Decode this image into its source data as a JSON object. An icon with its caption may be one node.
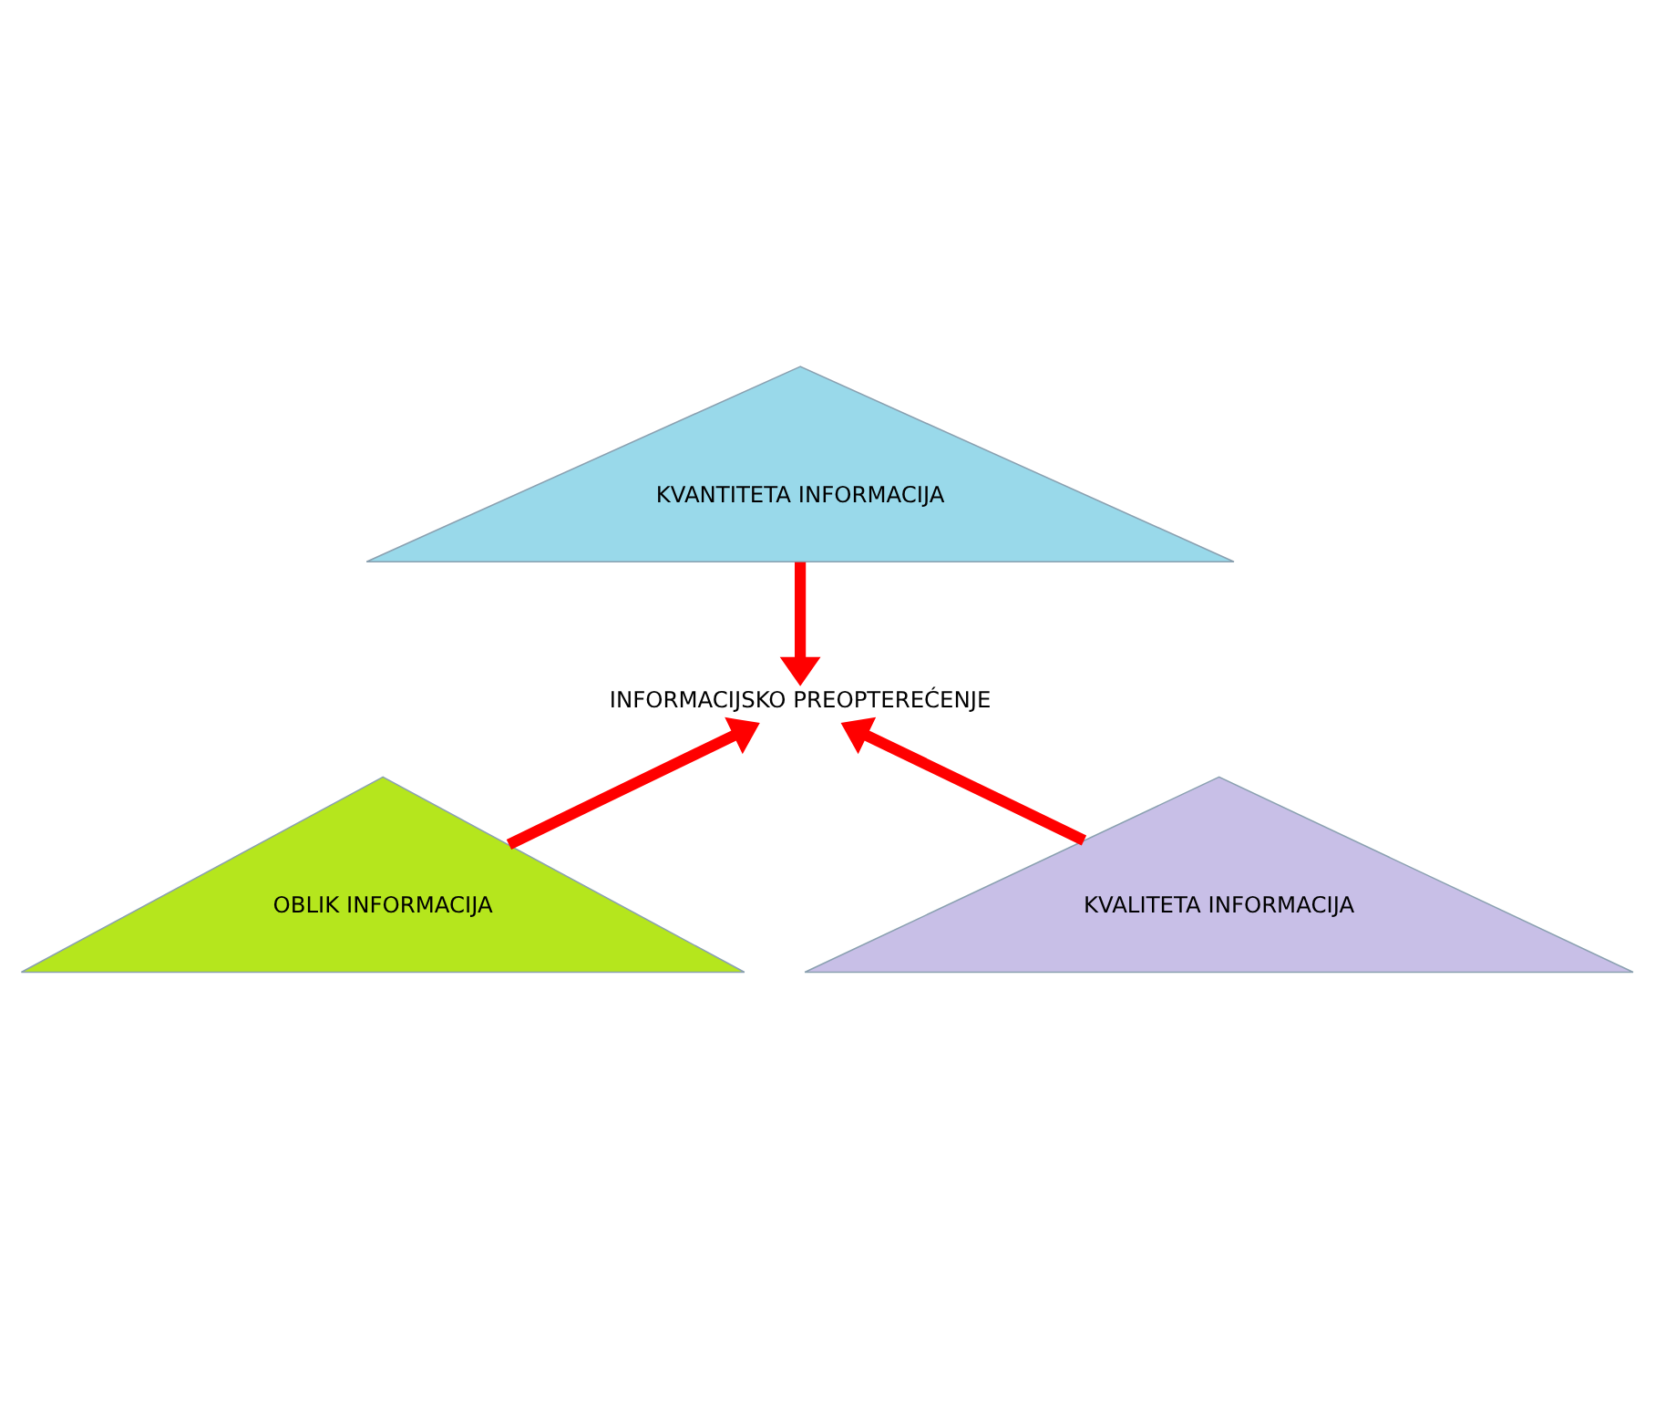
{
  "diagram": {
    "nodes": [
      {
        "text": [
          "KVANTITETA INFORMACIJA"
        ]
      },
      {
        "text": [
          "INFORMACIJSKO PREOPTEREĆENJE"
        ]
      },
      {
        "text": [
          "OBLIK INFORMACIJA"
        ]
      },
      {
        "text": [
          "KVALITETA INFORMACIJA"
        ]
      }
    ],
    "edges": [
      {
        "from": 0,
        "to": 1,
        "arrow": "to"
      },
      {
        "from": 2,
        "to": 1,
        "arrow": "to"
      },
      {
        "from": 3,
        "to": 1,
        "arrow": "to"
      }
    ]
  }
}
